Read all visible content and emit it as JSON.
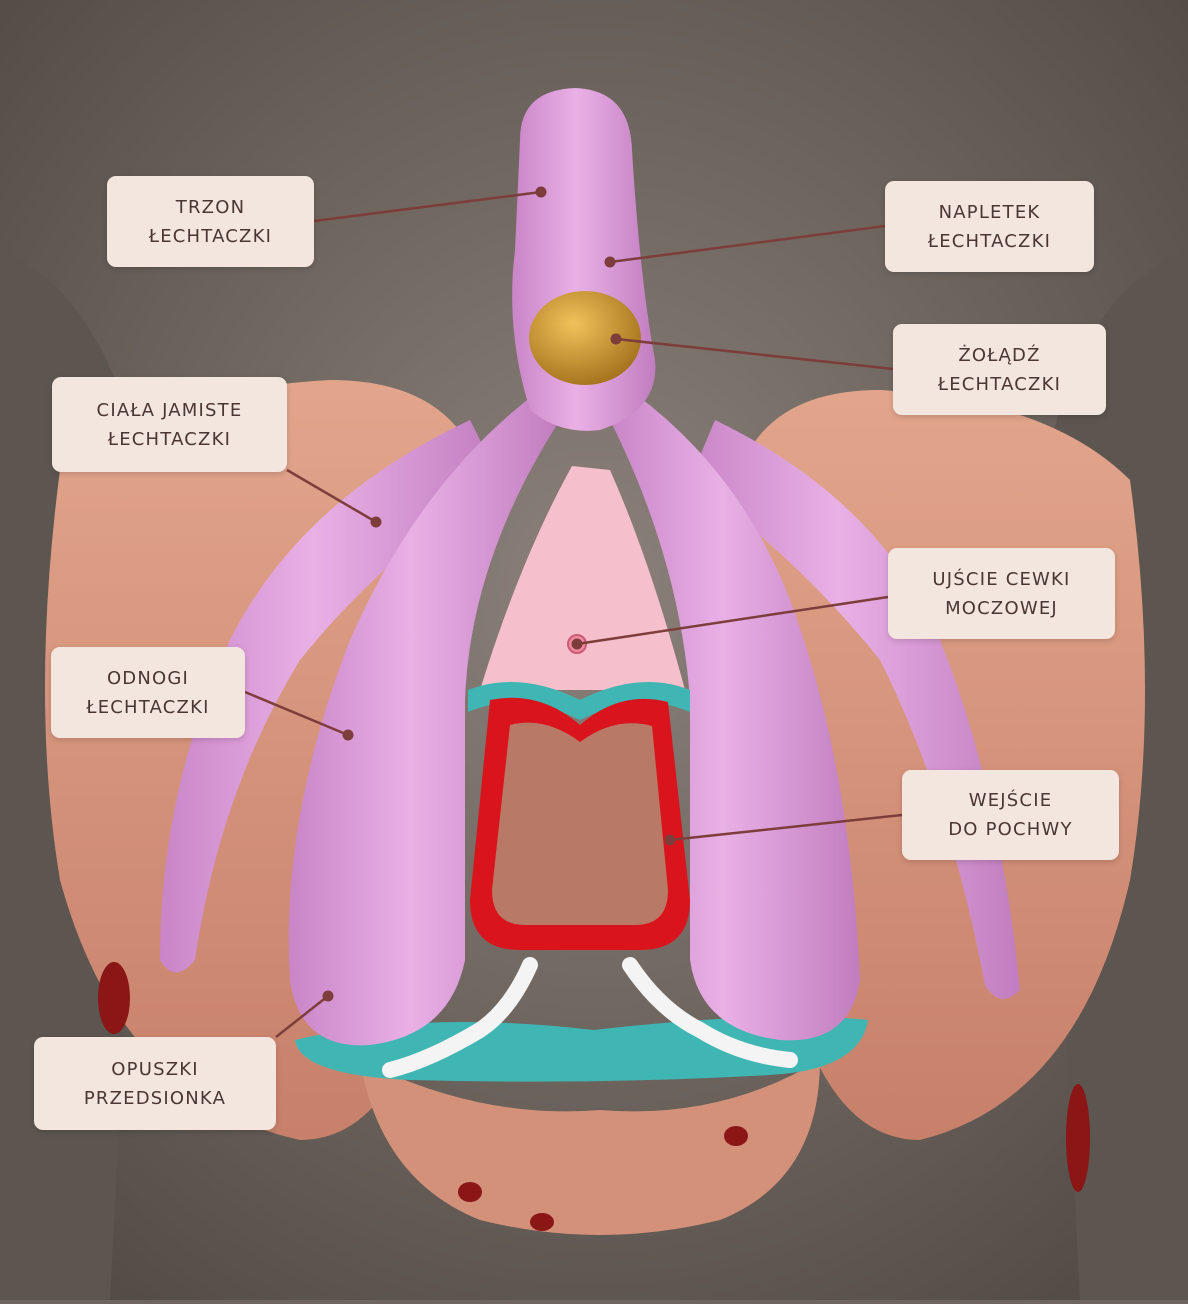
{
  "colors": {
    "leader": "#7d3d3b",
    "label_bg": "#f3e6df",
    "label_text": "#4a3633",
    "model_pink": "#df9fdb",
    "glans_gold": "#c8922e",
    "urethra_area": "#f6bfcc",
    "vaginal_red": "#d9141c",
    "bulbs_teal": "#3fb6b3",
    "nerves_white": "#f4f4f4",
    "nails": "#8a1616"
  },
  "labels": [
    {
      "id": "trzon",
      "line1": "TRZON",
      "line2": "ŁECHTACZKI"
    },
    {
      "id": "napletek",
      "line1": "NAPLETEK",
      "line2": "ŁECHTACZKI"
    },
    {
      "id": "zoladz",
      "line1": "ŻOŁĄDŹ",
      "line2": "ŁECHTACZKI"
    },
    {
      "id": "ciala",
      "line1": "CIAŁA JAMISTE",
      "line2": "ŁECHTACZKI"
    },
    {
      "id": "ujscie",
      "line1": "UJŚCIE CEWKI",
      "line2": "MOCZOWEJ"
    },
    {
      "id": "odnogi",
      "line1": "ODNOGI",
      "line2": "ŁECHTACZKI"
    },
    {
      "id": "wejscie",
      "line1": "WEJŚCIE",
      "line2": "DO POCHWY"
    },
    {
      "id": "opuszki",
      "line1": "OPUSZKI",
      "line2": "PRZEDSIONKA"
    }
  ]
}
